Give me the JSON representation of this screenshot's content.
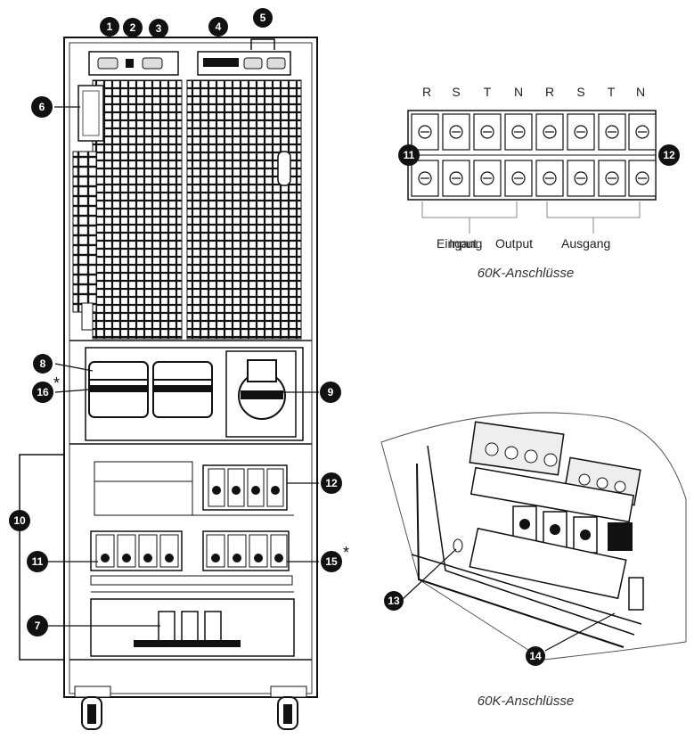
{
  "callouts": {
    "c1": "1",
    "c2": "2",
    "c3": "3",
    "c4": "4",
    "c5": "5",
    "c6": "6",
    "c7": "7",
    "c8": "8",
    "c9": "9",
    "c10": "10",
    "c11": "11",
    "c12": "12",
    "c13": "13",
    "c14": "14",
    "c15": "15",
    "c16": "16",
    "t11": "11",
    "t12": "12"
  },
  "asterisk": "*",
  "terminals": {
    "phases": [
      "R",
      "S",
      "T",
      "N",
      "R",
      "S",
      "T",
      "N"
    ],
    "input_label_a": "Eingang",
    "input_label_b": "Input",
    "output_label_a": "Output",
    "output_label_b": "Ausgang",
    "caption": "60K-Anschlüsse"
  },
  "detail": {
    "caption": "60K-Anschlüsse"
  }
}
